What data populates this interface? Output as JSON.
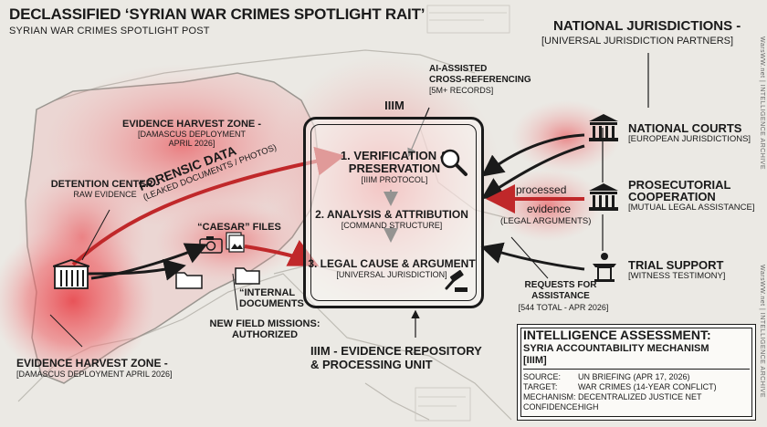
{
  "header": {
    "title": "DECLASSIFIED ‘SYRIAN WAR CRIMES SPOTLIGHT RAIT’",
    "subtitle": "SYRIAN WAR CRIMES SPOTLIGHT POST"
  },
  "map": {
    "harvest_top_title": "EVIDENCE HARVEST ZONE -",
    "harvest_top_sub1": "[DAMASCUS DEPLOYMENT",
    "harvest_top_sub2": "APRIL 2026]",
    "detention_title": "DETENTION CENTER -",
    "detention_sub": "RAW EVIDENCE",
    "forensic_title": "FORENSIC DATA",
    "forensic_sub": "(LEAKED DOCUMENTS / PHOTOS)",
    "caesar": "“CAESAR” FILES",
    "internal1": "“INTERNAL",
    "internal2": "DOCUMENTS",
    "missions1": "NEW FIELD MISSIONS:",
    "missions2": "AUTHORIZED",
    "harvest_bottom_title": "EVIDENCE HARVEST ZONE -",
    "harvest_bottom_sub": "[DAMASCUS DEPLOYMENT APRIL 2026]"
  },
  "iiim": {
    "label": "IIIM",
    "ai_title1": "AI-ASSISTED",
    "ai_title2": "CROSS-REFERENCING",
    "ai_sub": "[5M+ RECORDS]",
    "steps": [
      {
        "title1": "1. VERIFICATION &",
        "title2": "PRESERVATION",
        "sub": "[IIIM PROTOCOL]"
      },
      {
        "title1": "2. ANALYSIS & ATTRIBUTION",
        "title2": "",
        "sub": "[COMMAND STRUCTURE]"
      },
      {
        "title1": "3. LEGAL CAUSE & ARGUMENT",
        "title2": "",
        "sub": "[UNIVERSAL JURISDICTION]"
      }
    ],
    "repo1": "IIIM - EVIDENCE REPOSITORY",
    "repo2": "& PROCESSING UNIT"
  },
  "flow": {
    "processed": "processed",
    "evidence": "evidence",
    "legal": "(LEGAL ARGUMENTS)",
    "requests1": "REQUESTS FOR",
    "requests2": "ASSISTANCE",
    "requests3": "[544 TOTAL - APR 2026]"
  },
  "national": {
    "title": "NATIONAL JURISDICTIONS -",
    "sub": "[UNIVERSAL JURISDICTION PARTNERS]",
    "courts_title": "NATIONAL COURTS",
    "courts_sub": "[EUROPEAN JURISDICTIONS]",
    "pros_title1": "PROSECUTORIAL",
    "pros_title2": "COOPERATION",
    "pros_sub": "[MUTUAL LEGAL ASSISTANCE]",
    "trial_title": "TRIAL SUPPORT",
    "trial_sub": "[WITNESS TESTIMONY]"
  },
  "assessment": {
    "title": "INTELLIGENCE ASSESSMENT:",
    "sub1": "SYRIA ACCOUNTABILITY MECHANISM",
    "sub2": "[IIIM]",
    "rows": [
      {
        "k": "SOURCE:",
        "v": "UN BRIEFING (APR 17, 2026)"
      },
      {
        "k": "TARGET:",
        "v": "WAR CRIMES (14-YEAR CONFLICT)"
      },
      {
        "k": "MECHANISM:",
        "v": "DECENTRALIZED JUSTICE NET"
      },
      {
        "k": "CONFIDENCE:",
        "v": "HIGH"
      }
    ]
  },
  "watermark": {
    "top": "WarsWW.net | INTELLIGENCE ARCHIVE",
    "bottom": "WarsWW.net | INTELLIGENCE ARCHIVE"
  },
  "colors": {
    "accent_red": "#c0282a",
    "ink": "#1a1a1a",
    "paper": "#ebe9e4",
    "heat": "#e8454b"
  },
  "icons": [
    "prison-icon",
    "camera-icon",
    "photos-icon",
    "folder-icon",
    "magnifier-icon",
    "gavel-icon",
    "courthouse-icon",
    "podium-icon"
  ]
}
